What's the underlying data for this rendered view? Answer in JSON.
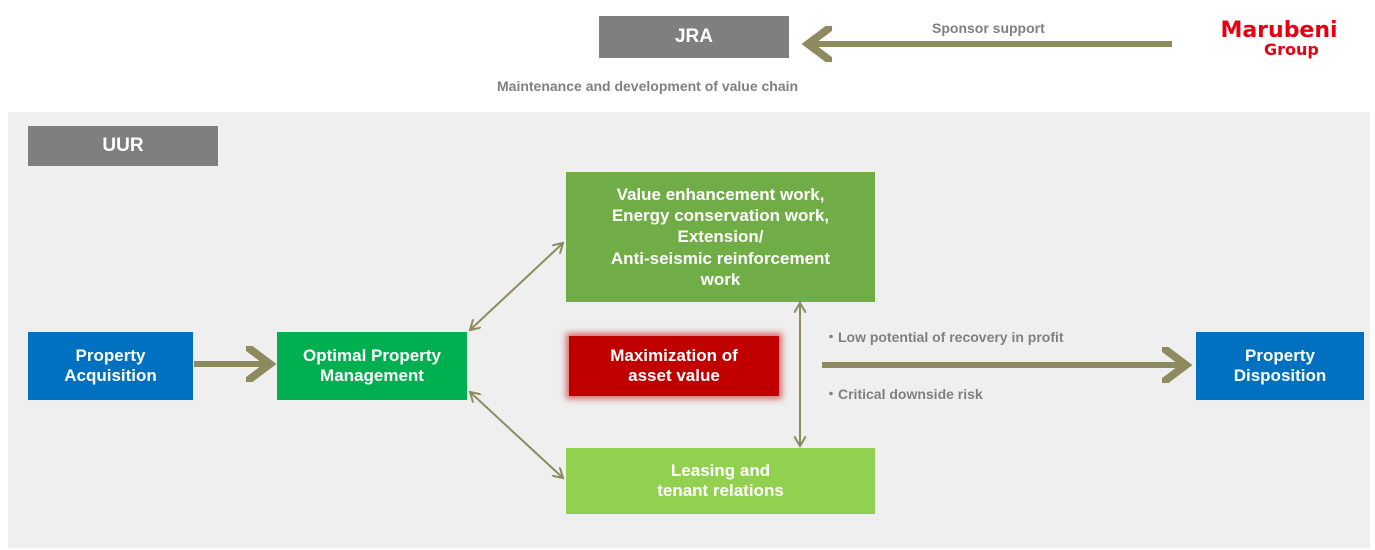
{
  "top": {
    "jra_label": "JRA",
    "sponsor_label": "Sponsor support",
    "logo_main": "Marubeni",
    "logo_sub": "Group",
    "value_chain_label": "Maintenance and development of value chain"
  },
  "uur": {
    "tag": "UUR",
    "acquisition": "Property\nAcquisition",
    "management": "Optimal Property\nManagement",
    "value_work": "Value enhancement work,\nEnergy conservation work,\nExtension/\nAnti-seismic reinforcement\nwork",
    "leasing": "Leasing and\ntenant relations",
    "maximization": "Maximization of\nasset value",
    "disposition": "Property\nDisposition",
    "criterion_1": "・Low potential of recovery in profit",
    "criterion_2": "・Critical downside risk"
  },
  "colors": {
    "arrow": "#8d8a5e",
    "gray": "#7f7f7f",
    "blue": "#0070c0",
    "green": "#00b050",
    "olive_green": "#70ad47",
    "light_green": "#92d050",
    "red": "#c00000",
    "logo_red": "#e60012"
  }
}
